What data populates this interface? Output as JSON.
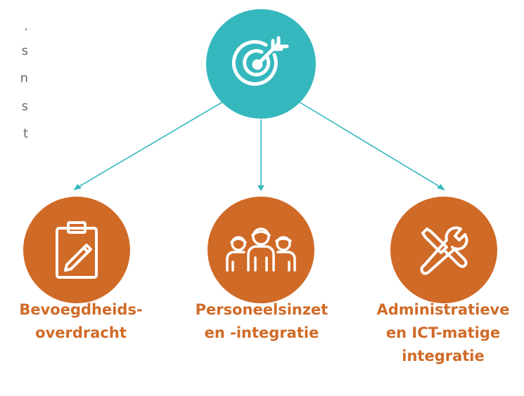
{
  "colors": {
    "goal": "#35b8bd",
    "item": "#d06a27",
    "connector": "#35b8bd",
    "label": "#d06a27",
    "side_text": "#6b6b6b"
  },
  "side_text_fragments": [
    ".",
    "s",
    "n",
    "s",
    "t"
  ],
  "goal": {
    "icon": "target-arrow-icon"
  },
  "items": [
    {
      "icon": "clipboard-pencil-icon",
      "label": "Bevoegdheids-\noverdracht"
    },
    {
      "icon": "people-group-icon",
      "label": "Personeelsinzet\nen -integratie"
    },
    {
      "icon": "wrench-screwdriver-icon",
      "label": "Administratieve\nen ICT-matige\nintegratie"
    }
  ]
}
